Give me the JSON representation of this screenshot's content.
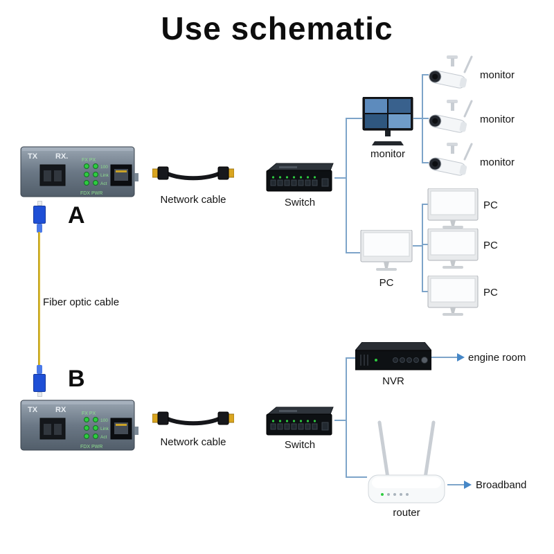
{
  "title": "Use schematic",
  "colors": {
    "line": "#7da4c9",
    "arrow": "#4687c7",
    "fiber": "#d8b92e",
    "led_green": "#2ecc40"
  },
  "converter_a": {
    "label": "A",
    "tx": "TX",
    "rx": "RX.",
    "led_top": "FX PX",
    "led_r1": "100",
    "led_r2": "Link",
    "led_r3": "Act",
    "led_bottom": "FDX PWR"
  },
  "converter_b": {
    "label": "B",
    "tx": "TX",
    "rx": "RX",
    "led_top": "FX PX",
    "led_r1": "100",
    "led_r2": "Link",
    "led_r3": "Act",
    "led_bottom": "FDX PWR"
  },
  "fiber": {
    "label": "Fiber optic cable"
  },
  "top_flow": {
    "network_cable": "Network cable",
    "switch": "Switch",
    "monitor": "monitor",
    "cameras": [
      "monitor",
      "monitor",
      "monitor"
    ],
    "pc": "PC",
    "pcs": [
      "PC",
      "PC",
      "PC"
    ]
  },
  "bottom_flow": {
    "network_cable": "Network cable",
    "switch": "Switch",
    "nvr": "NVR",
    "engine_room": "engine room",
    "router": "router",
    "broadband": "Broadband"
  }
}
